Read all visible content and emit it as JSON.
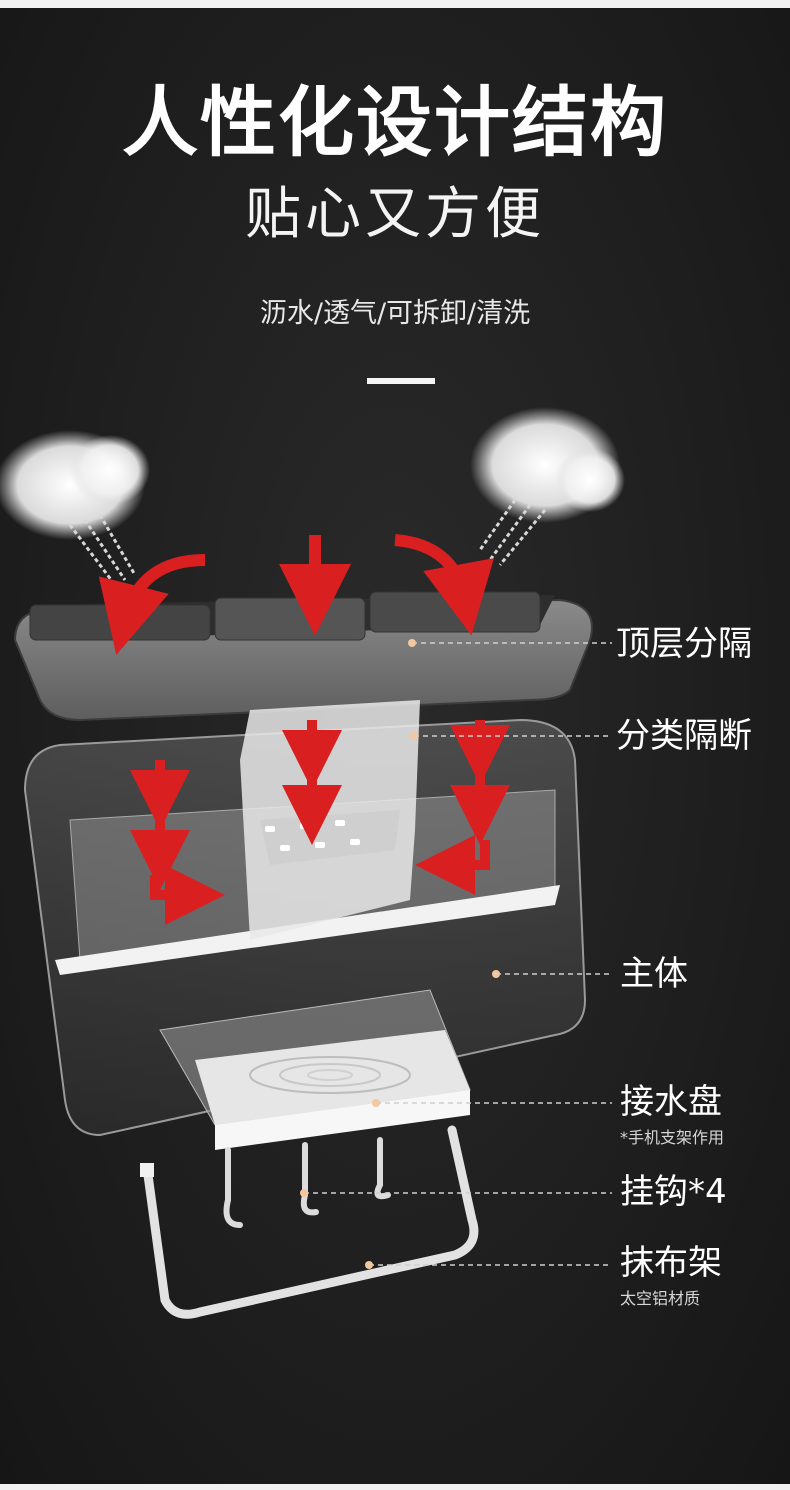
{
  "header": {
    "title": "人性化设计结构",
    "subtitle": "贴心又方便",
    "features": "沥水/透气/可拆卸/清洗"
  },
  "callouts": [
    {
      "label": "顶层分隔",
      "note": ""
    },
    {
      "label": "分类隔断",
      "note": ""
    },
    {
      "label": "主体",
      "note": ""
    },
    {
      "label": "接水盘",
      "note": "*手机支架作用"
    },
    {
      "label": "挂钩*4",
      "note": ""
    },
    {
      "label": "抹布架",
      "note": "太空铝材质"
    }
  ],
  "colors": {
    "background": "#1e1e1e",
    "arrow_red": "#d91f1f",
    "callout_dot": "#f2c8a0",
    "text": "#ffffff"
  },
  "icons": [
    "steam-cloud-icon",
    "down-arrow-icon",
    "curved-arrow-icon"
  ]
}
